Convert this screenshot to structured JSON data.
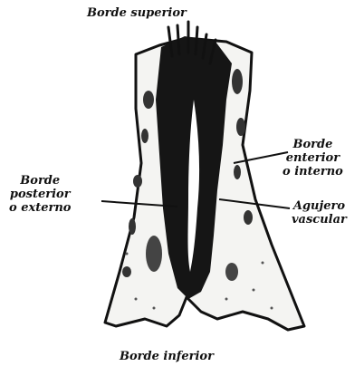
{
  "labels": {
    "borde_superior": "Borde superior",
    "borde_inferior": "Borde inferior",
    "borde_anterior": "Borde\nenterior\no interno",
    "borde_posterior": "Borde\nposterior\no externo",
    "agujero_vascular": "Agujero\nvascular"
  },
  "colors": {
    "ink": "#111111",
    "bone": "#f4f4f2",
    "paper": "#ffffff"
  }
}
